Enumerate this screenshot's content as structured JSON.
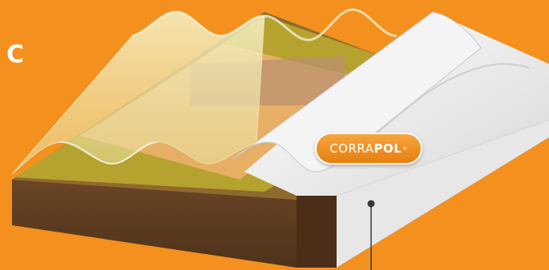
{
  "figure": {
    "panel_label": "C",
    "brand": {
      "light_part": "CORRA",
      "bold_part": "POL",
      "mark": "®"
    },
    "colors": {
      "background": "#F4901E",
      "substrate_front": "#5A3A1F",
      "substrate_top": "#8E6A2E",
      "insulation": "#B8A52E",
      "corrapol_white": "#EDEDED",
      "brand_pill": "#F39321"
    }
  }
}
